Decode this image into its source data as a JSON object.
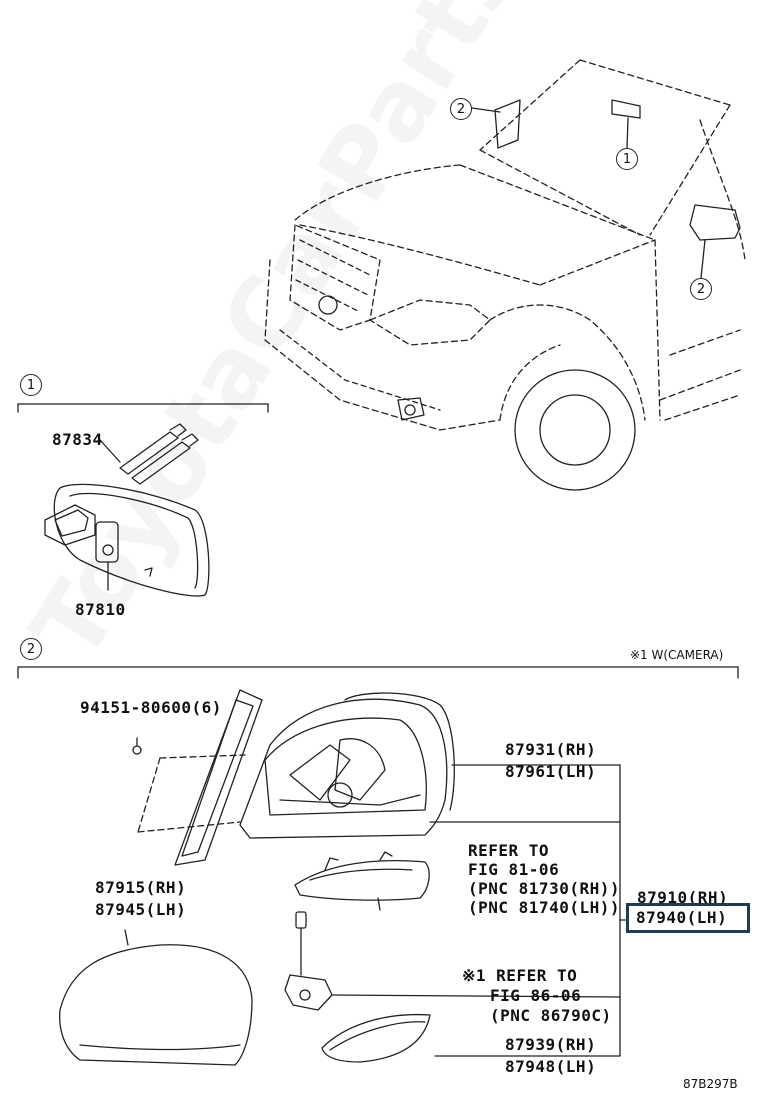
{
  "callouts": {
    "one": "1",
    "two": "2"
  },
  "section1": {
    "part_a": "87834",
    "part_b": "87810"
  },
  "section2": {
    "note": "※1 W(CAMERA)",
    "bolt": "94151-80600(6)",
    "cover_rh": "87915(RH)",
    "cover_lh": "87945(LH)",
    "housing_rh": "87931(RH)",
    "housing_lh": "87961(LH)",
    "refer1_line1": "REFER TO",
    "refer1_line2": "FIG 81-06",
    "refer1_line3": "(PNC 81730(RH))",
    "refer1_line4": "(PNC 81740(LH))",
    "mirror_rh": "87910(RH)",
    "mirror_lh": "87940(LH)",
    "refer2_line1": "※1 REFER TO",
    "refer2_line2": "FIG 86-06",
    "refer2_line3": "(PNC 86790C)",
    "trim_rh": "87939(RH)",
    "trim_lh": "87948(LH)"
  },
  "footer": {
    "figure_code": "87B297B"
  },
  "watermark": "ToyotaCarParts.ru",
  "colors": {
    "line": "#222222",
    "highlight_border": "#1e3d52"
  }
}
